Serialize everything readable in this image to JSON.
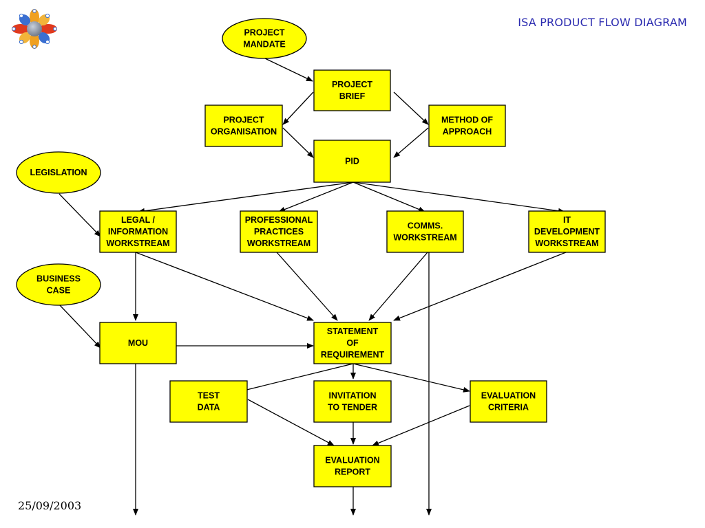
{
  "title": "ISA PRODUCT FLOW DIAGRAM",
  "date": "25/09/2003",
  "colors": {
    "node_fill": "#ffff00",
    "stroke": "#000000",
    "title": "#2b2bb0"
  },
  "nodes": {
    "project_mandate": [
      "PROJECT",
      "MANDATE"
    ],
    "project_brief": [
      "PROJECT",
      "BRIEF"
    ],
    "project_organisation": [
      "PROJECT",
      "ORGANISATION"
    ],
    "method_of_approach": [
      "METHOD OF",
      "APPROACH"
    ],
    "pid": [
      "PID"
    ],
    "legislation": [
      "LEGISLATION"
    ],
    "legal_workstream": [
      "LEGAL /",
      "INFORMATION",
      "WORKSTREAM"
    ],
    "professional_workstream": [
      "PROFESSIONAL",
      "PRACTICES",
      "WORKSTREAM"
    ],
    "comms_workstream": [
      "COMMS.",
      "WORKSTREAM"
    ],
    "it_workstream": [
      "IT",
      "DEVELOPMENT",
      "WORKSTREAM"
    ],
    "business_case": [
      "BUSINESS",
      "CASE"
    ],
    "mou": [
      "MOU"
    ],
    "statement_of_requirement": [
      "STATEMENT",
      "OF",
      "REQUIREMENT"
    ],
    "test_data": [
      "TEST",
      "DATA"
    ],
    "invitation_to_tender": [
      "INVITATION",
      "TO TENDER"
    ],
    "evaluation_criteria": [
      "EVALUATION",
      "CRITERIA"
    ],
    "evaluation_report": [
      "EVALUATION",
      "REPORT"
    ]
  }
}
